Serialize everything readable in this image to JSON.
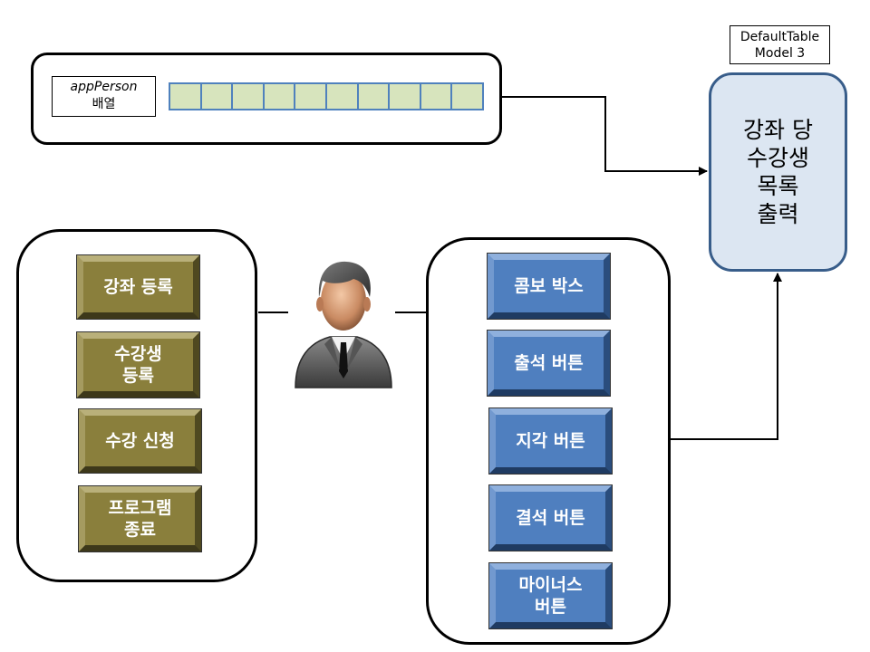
{
  "array": {
    "label_italic": "appPerson",
    "label_plain": "배열",
    "cell_count": 10
  },
  "model_label": "DefaultTable\nModel 3",
  "output_box": "강좌 당\n수강생\n목록\n출력",
  "left_menu": [
    {
      "label": "강좌 등록"
    },
    {
      "label": "수강생\n등록"
    },
    {
      "label": "수강 신청"
    },
    {
      "label": "프로그램\n종료"
    }
  ],
  "right_menu": [
    {
      "label": "콤보 박스"
    },
    {
      "label": "출석 버튼"
    },
    {
      "label": "지각 버튼"
    },
    {
      "label": "결석 버튼"
    },
    {
      "label": "마이너스\n버튼"
    }
  ],
  "colors": {
    "olive_button": "#8a7f3c",
    "blue_button": "#4f7fbf",
    "array_fill": "#d7e4bd",
    "array_border": "#4f81bd",
    "output_fill": "#dce6f2",
    "output_border": "#385d8a"
  },
  "icons": {
    "user": "user-icon"
  }
}
